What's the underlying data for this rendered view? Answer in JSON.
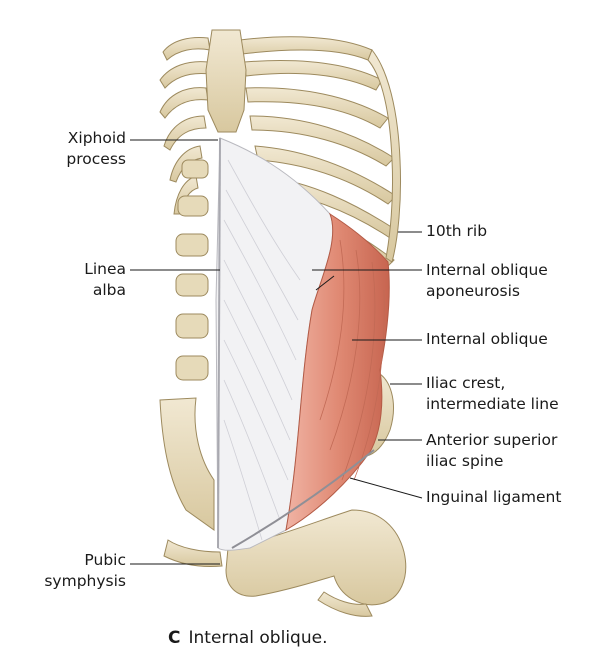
{
  "figure": {
    "caption_letter": "C",
    "caption_text": "Internal oblique.",
    "labels": {
      "xiphoid_1": "Xiphoid",
      "xiphoid_2": "process",
      "linea_1": "Linea",
      "linea_2": "alba",
      "pubic_1": "Pubic",
      "pubic_2": "symphysis",
      "rib10": "10th rib",
      "aponeurosis_1": "Internal oblique",
      "aponeurosis_2": "aponeurosis",
      "internal_oblique": "Internal oblique",
      "iliac_crest_1": "Iliac crest,",
      "iliac_crest_2": "intermediate line",
      "asis_1": "Anterior superior",
      "asis_2": "iliac spine",
      "inguinal": "Inguinal ligament"
    },
    "colors": {
      "bone": "#e9dfc4",
      "bone_shadow": "#c9b98e",
      "bone_outline": "#9d8a5e",
      "aponeurosis": "#f1f1f3",
      "muscle": "#e08a74",
      "muscle_dark": "#c76550",
      "leader_line": "#1a1a1a"
    }
  }
}
